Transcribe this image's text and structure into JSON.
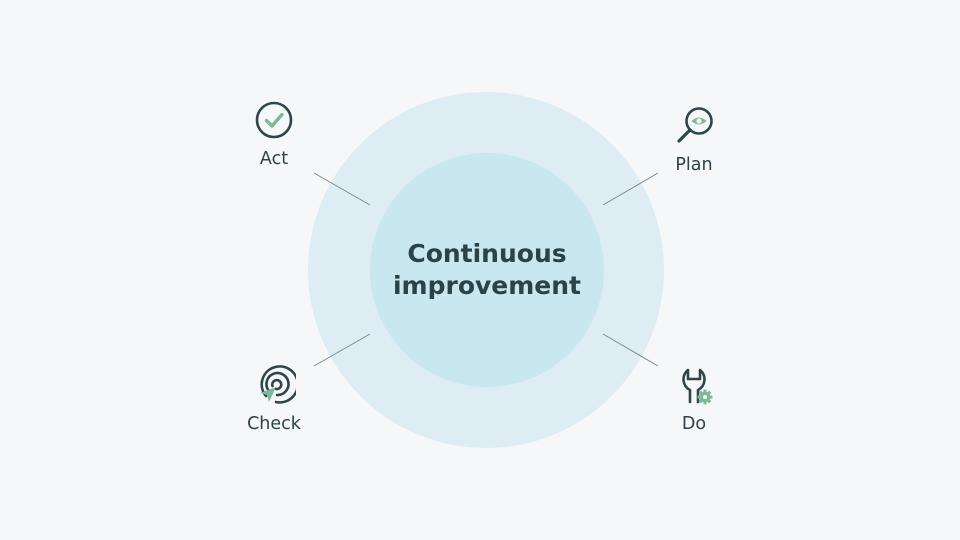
{
  "center": {
    "title_line1": "Continuous",
    "title_line2": "improvement"
  },
  "stages": {
    "act": {
      "label": "Act",
      "icon": "check-circle-icon"
    },
    "plan": {
      "label": "Plan",
      "icon": "magnifier-eye-icon"
    },
    "check": {
      "label": "Check",
      "icon": "target-cursor-icon"
    },
    "do": {
      "label": "Do",
      "icon": "wrench-gear-icon"
    }
  },
  "colors": {
    "background": "#f5f7f9",
    "outer_ring": "#ddedf3",
    "inner_circle": "#c9e7ee",
    "text": "#2a4346",
    "icon_stroke": "#2d4649",
    "icon_accent": "#7fb79b",
    "connector": "#7a8a8d"
  }
}
